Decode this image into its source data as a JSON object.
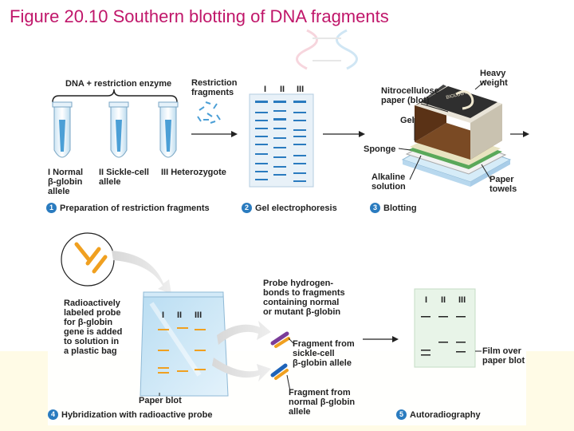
{
  "title": "Figure 20.10 Southern blotting of DNA fragments",
  "top": {
    "dna_enzyme": "DNA + restriction enzyme",
    "restriction_fragments": "Restriction\nfragments",
    "tube_labels": [
      "I Normal\nβ-globin\nallele",
      "II Sickle-cell\nallele",
      "III Heterozygote"
    ],
    "lane_labels": [
      "I",
      "II",
      "III"
    ],
    "callouts": {
      "heavy_weight": "Heavy\nweight",
      "nitro": "Nitrocellulose\npaper (blot)",
      "gel": "Gel",
      "sponge": "Sponge",
      "alkaline": "Alkaline\nsolution",
      "paper_towels": "Paper\ntowels",
      "book": "BIOLOGY"
    },
    "steps": [
      {
        "num": "1",
        "label": "Preparation of restriction fragments"
      },
      {
        "num": "2",
        "label": "Gel electrophoresis"
      },
      {
        "num": "3",
        "label": "Blotting"
      }
    ]
  },
  "bottom": {
    "probe_text": "Radioactively\nlabeled probe\nfor β-globin\ngene is added\nto solution in\na plastic bag",
    "probe_bonds": "Probe hydrogen-\nbonds to fragments\ncontaining normal\nor mutant β-globin",
    "frag_sickle": "Fragment from\nsickle-cell\nβ-globin allele",
    "frag_normal": "Fragment from\nnormal β-globin\nallele",
    "paper_blot": "Paper blot",
    "film": "Film over\npaper blot",
    "lane_labels": [
      "I",
      "II",
      "III"
    ],
    "steps": [
      {
        "num": "4",
        "label": "Hybridization with radioactive probe"
      },
      {
        "num": "5",
        "label": "Autoradiography"
      }
    ]
  },
  "colors": {
    "title": "#c0166a",
    "step_badge": "#2a7bbf",
    "dna_band": "#2a7bbf",
    "probe": "#f0a020",
    "probe_purple": "#7a3c99",
    "bottom_panel": "#fffbe6"
  }
}
